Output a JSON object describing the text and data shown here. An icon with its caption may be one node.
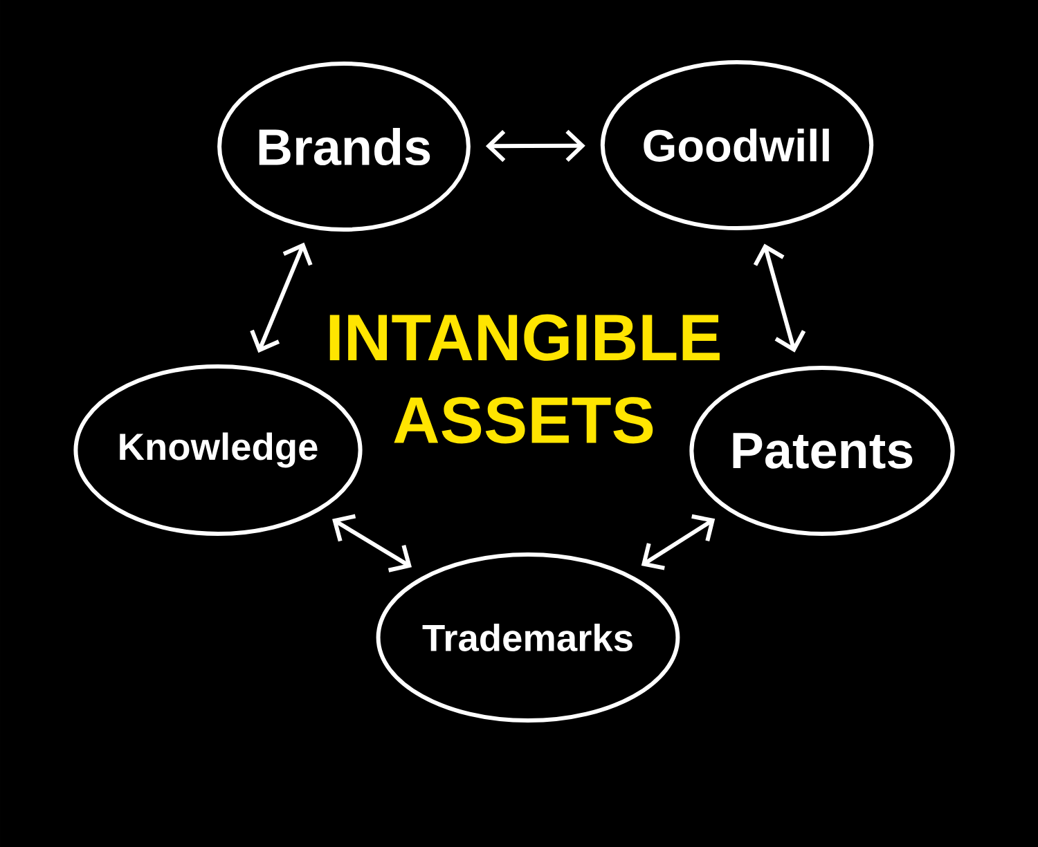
{
  "diagram": {
    "title": "INTANGIBLE ASSETS",
    "nodes": [
      {
        "text": [
          "Brands"
        ]
      },
      {
        "text": [
          "Goodwill"
        ]
      },
      {
        "text": [
          "Knowledge"
        ]
      },
      {
        "text": [
          "Patents"
        ]
      },
      {
        "text": [
          "Trademarks"
        ]
      }
    ],
    "edges": [
      {
        "from": 0,
        "to": 1,
        "arrow": "both"
      },
      {
        "from": 1,
        "to": 3,
        "arrow": "both"
      },
      {
        "from": 3,
        "to": 4,
        "arrow": "both"
      },
      {
        "from": 4,
        "to": 2,
        "arrow": "both"
      },
      {
        "from": 2,
        "to": 0,
        "arrow": "both"
      }
    ]
  }
}
